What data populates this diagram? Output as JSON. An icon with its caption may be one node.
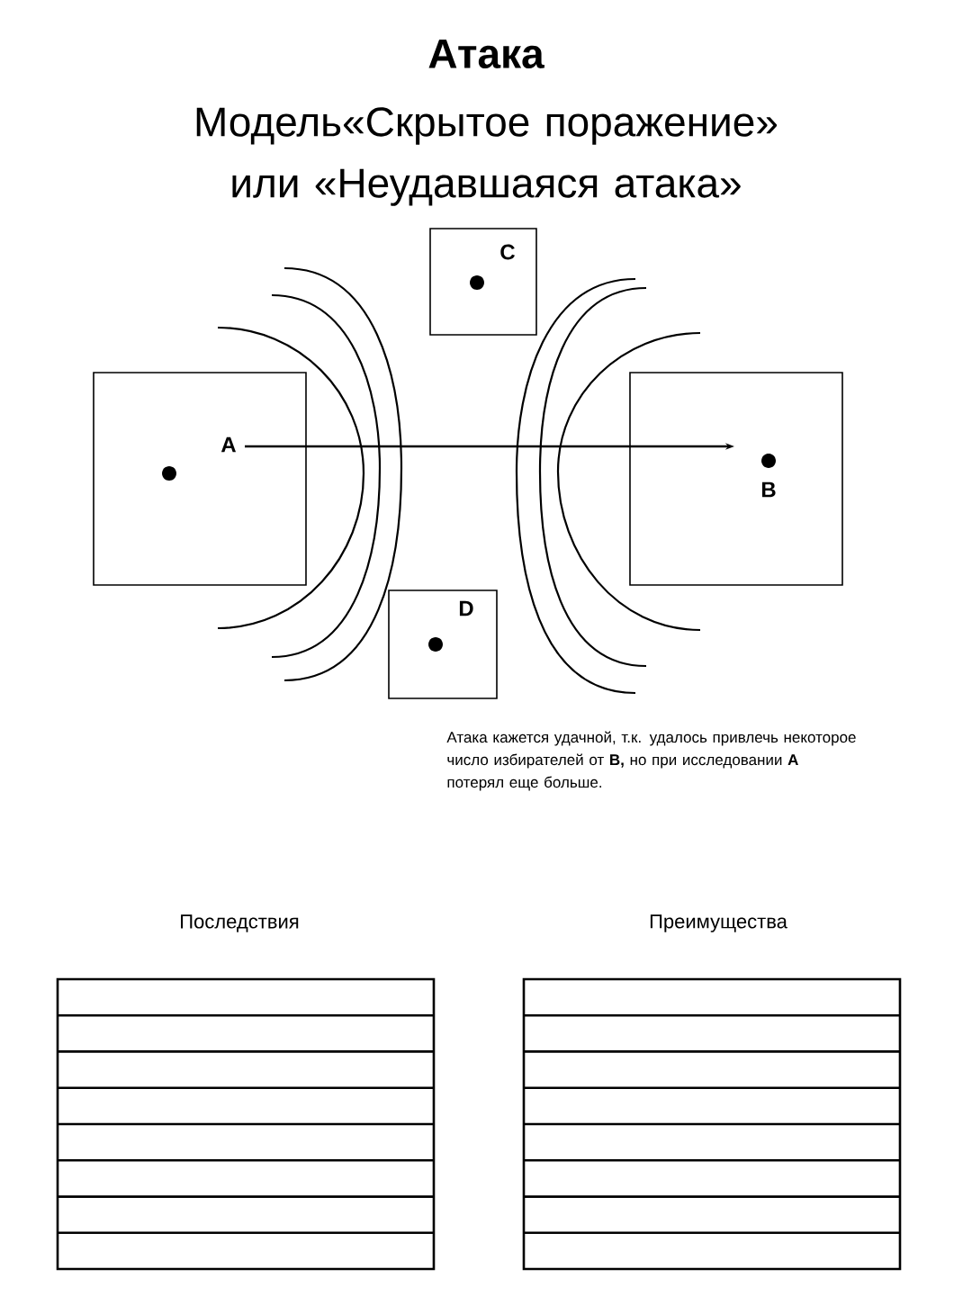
{
  "diagram": {
    "title": "Атака",
    "nodes": [
      {
        "text": [
          "A"
        ]
      },
      {
        "text": [
          "B"
        ]
      },
      {
        "text": [
          "C"
        ]
      },
      {
        "text": [
          "D"
        ]
      }
    ],
    "edges": [
      {
        "from": 0,
        "to": 1,
        "arrow": "to"
      }
    ],
    "labels": [
      "Модель«Скрытое поражение» или «Неудавшаяся атака»",
      "Атака кажется удачной, т.к. удалось привлечь некоторое число избирателей от **B,** но при исследовании **A** потерял еще больше.",
      "Последствия",
      "Преимущества"
    ]
  }
}
